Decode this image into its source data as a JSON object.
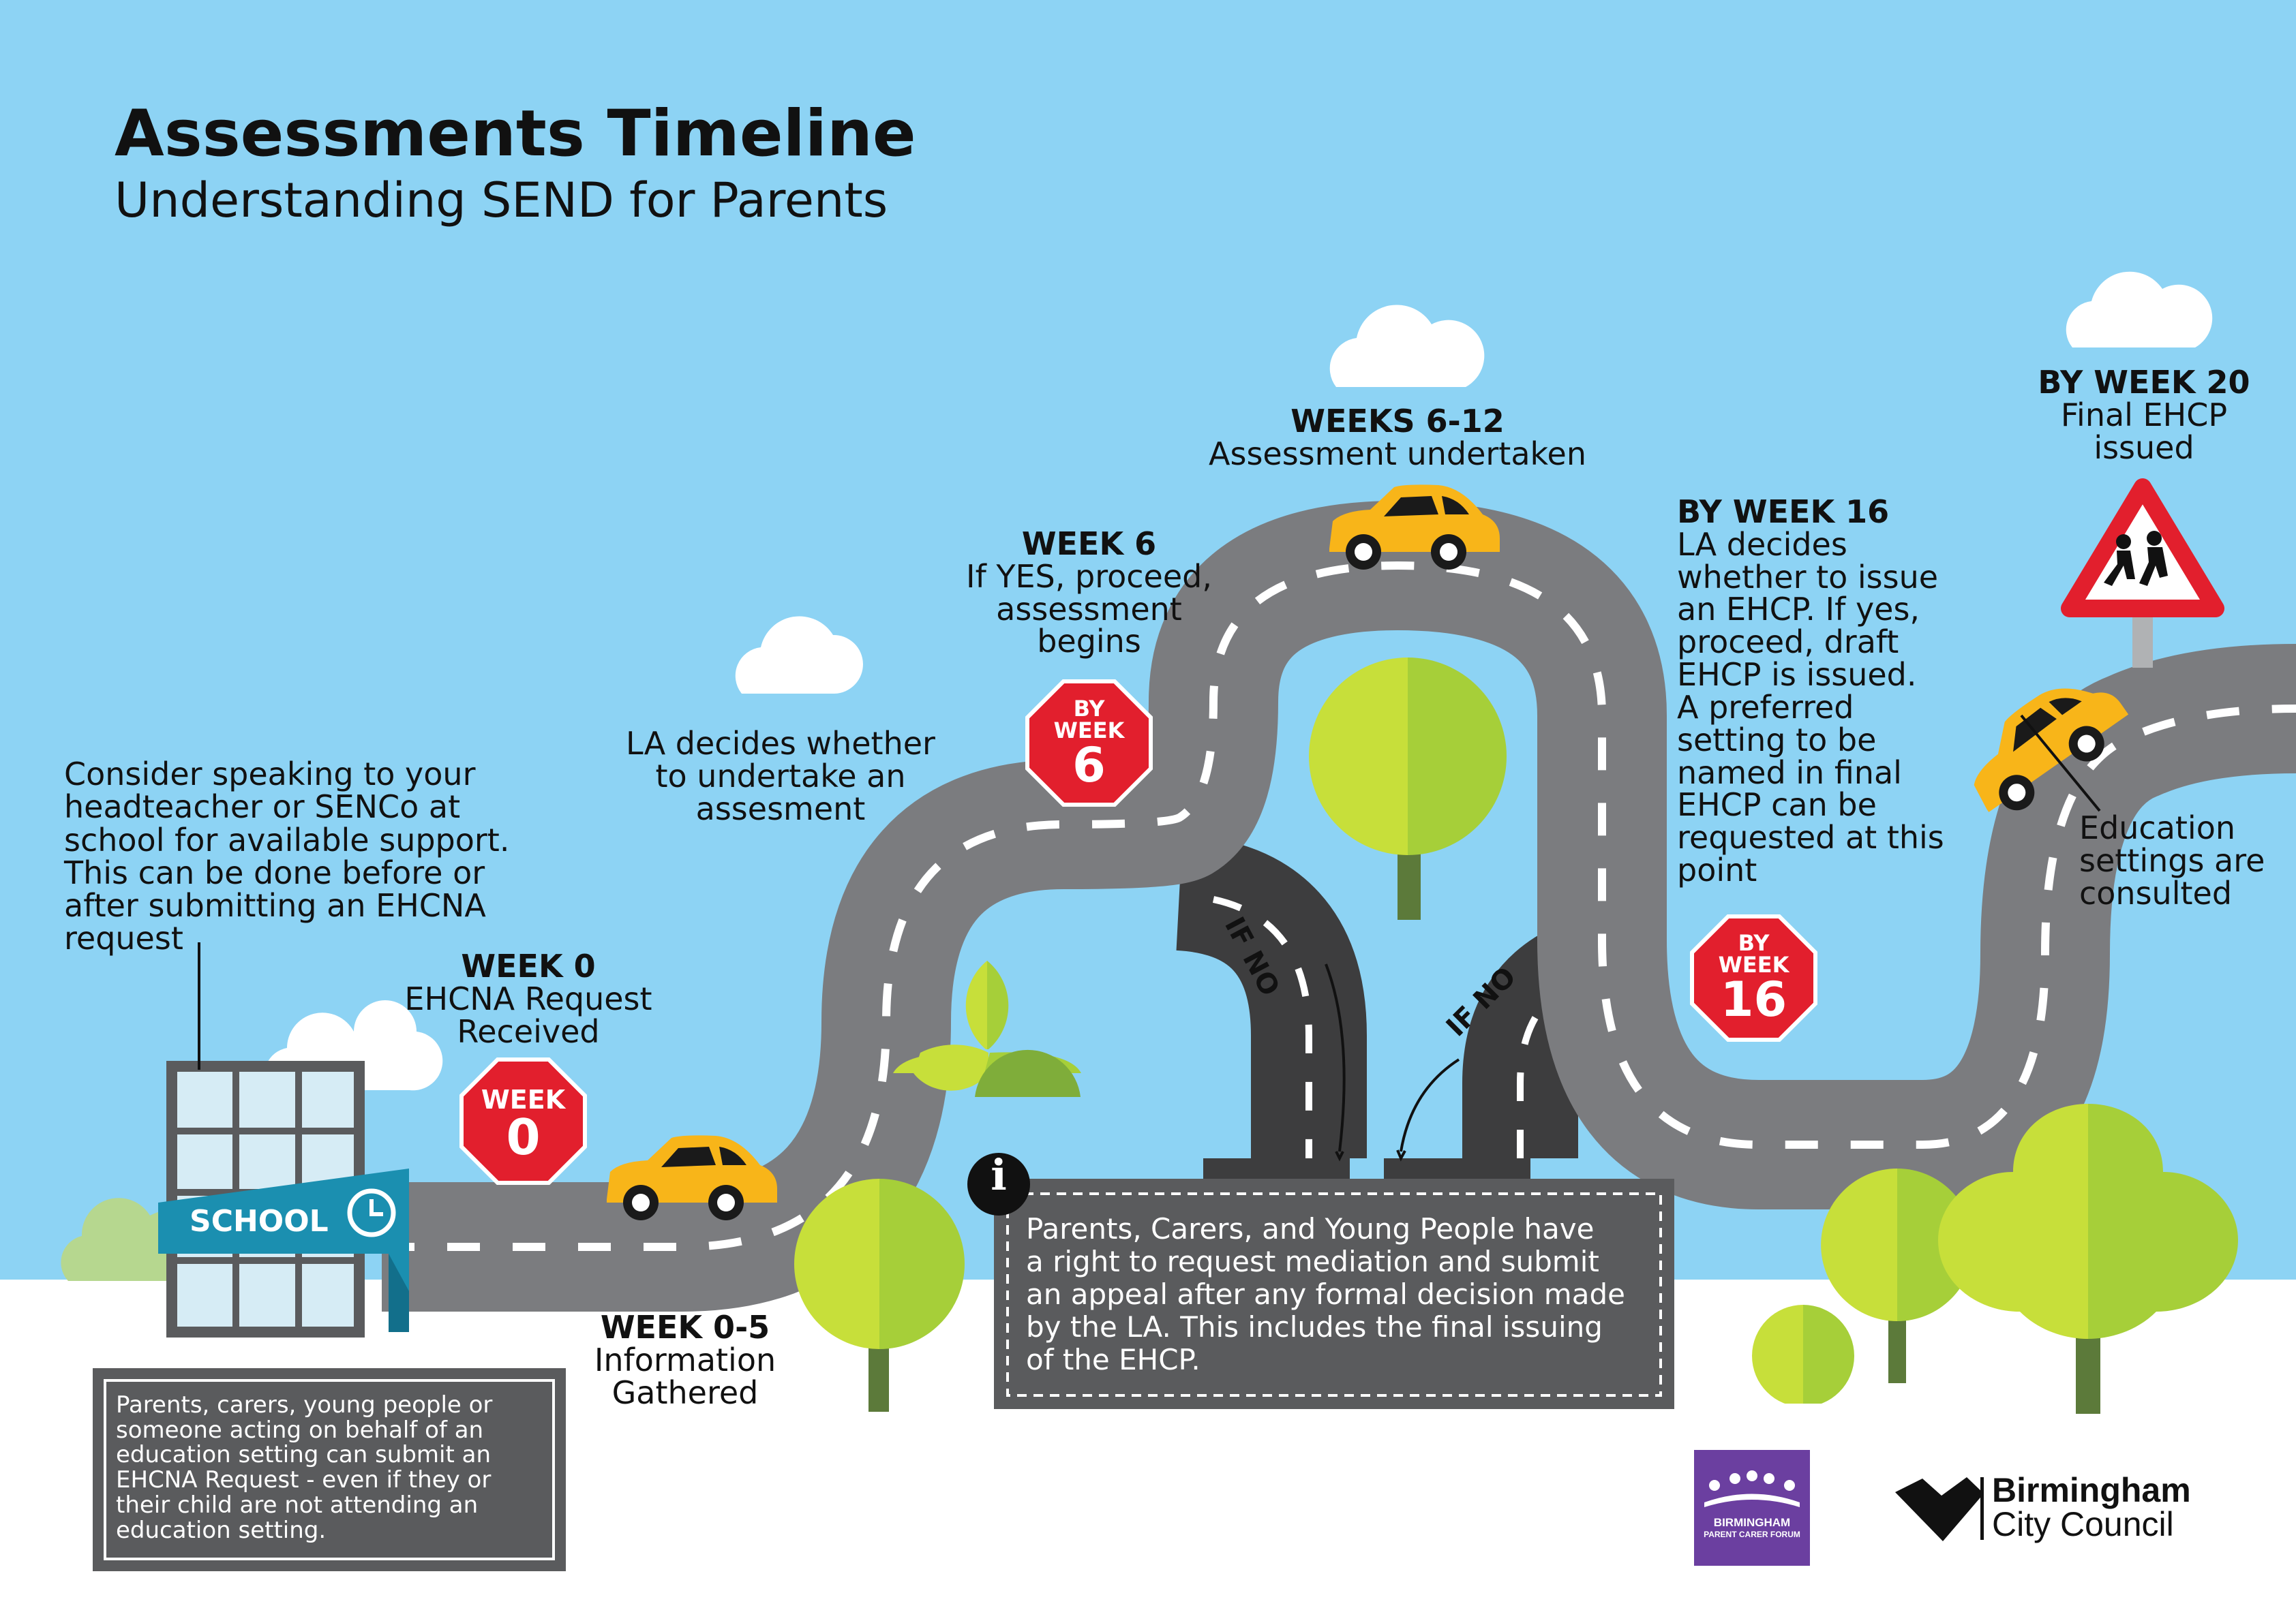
{
  "header": {
    "title": "Assessments Timeline",
    "subtitle": "Understanding SEND for Parents"
  },
  "consider_note": "Consider speaking to your\nheadteacher or SENCo at\nschool for available support.\nThis can be done before or\nafter submitting an EHCNA\nrequest",
  "school": {
    "label": "SCHOOL"
  },
  "week0": {
    "heading": "WEEK 0",
    "text": "EHCNA Request\nReceived",
    "sign_label": "WEEK",
    "sign_number": "0"
  },
  "week0_5": {
    "heading": "WEEK 0-5",
    "text": "Information\nGathered"
  },
  "la_decides": "LA decides whether\nto undertake an\nassesment",
  "week6": {
    "heading": "WEEK 6",
    "text": "If YES, proceed,\nassessment\nbegins",
    "sign_label_1": "BY",
    "sign_label_2": "WEEK",
    "sign_number": "6"
  },
  "weeks6_12": {
    "heading": "WEEKS 6-12",
    "text": "Assessment undertaken"
  },
  "if_no_1": "IF NO",
  "if_no_2": "IF NO",
  "week16": {
    "heading": "BY WEEK 16",
    "text": "LA decides\nwhether to issue\nan EHCP. If yes,\nproceed, draft\nEHCP is issued.\nA preferred\nsetting to be\nnamed in final\nEHCP can be\nrequested at this\npoint",
    "sign_label_1": "BY",
    "sign_label_2": "WEEK",
    "sign_number": "16"
  },
  "week20": {
    "heading": "BY WEEK 20",
    "text": "Final EHCP\nissued"
  },
  "education_settings": "Education\nsettings are\nconsulted",
  "info_box": {
    "icon": "i",
    "text": "Parents, Carers, and Young People have\na right to request mediation and submit\nan appeal after any formal decision made\nby the LA. This includes the final issuing\nof the EHCP."
  },
  "bottom_box": {
    "text": "Parents, carers, young people or\nsomeone acting on behalf of an\neducation setting can submit an\nEHCNA Request - even if they or\ntheir child are not attending an\neducation setting."
  },
  "logos": {
    "forum_line1": "BIRMINGHAM",
    "forum_line2": "PARENT CARER FORUM",
    "council_line1": "Birmingham",
    "council_line2": "City Council"
  },
  "colors": {
    "sky": "#8dd3f4",
    "road": "#7b7c7f",
    "road_dark": "#3d3d3e",
    "stop_red": "#e21f2d",
    "car": "#f8b519",
    "tree_light": "#c7df3a",
    "tree_mid": "#a6cf39",
    "school_teal": "#1b8fb0",
    "forum_purple": "#6b3fa0"
  }
}
